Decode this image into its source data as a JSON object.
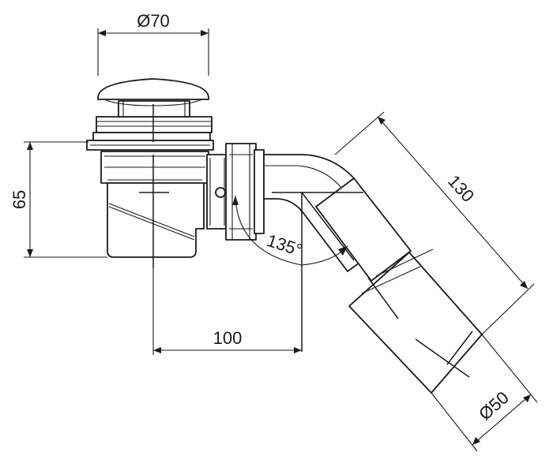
{
  "dimensions": {
    "cap_diameter": "Ø70",
    "height": "65",
    "offset": "100",
    "pipe_length": "130",
    "pipe_diameter": "Ø50",
    "angle": "135°"
  },
  "colors": {
    "line": "#1a1a1a",
    "background": "#ffffff"
  }
}
